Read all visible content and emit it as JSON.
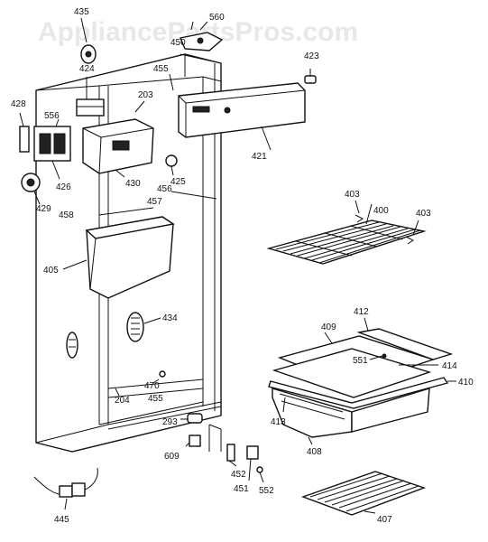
{
  "watermark": "AppliancePartsPros.com",
  "labels": {
    "l435": "435",
    "l560": "560",
    "l450": "450",
    "l423": "423",
    "l424": "424",
    "l455a": "455",
    "l428": "428",
    "l556": "556",
    "l203": "203",
    "l421": "421",
    "l426": "426",
    "l430": "430",
    "l425": "425",
    "l429": "429",
    "l457": "457",
    "l456": "456",
    "l458": "458",
    "l403a": "403",
    "l400": "400",
    "l403b": "403",
    "l405": "405",
    "l434": "434",
    "l412": "412",
    "l409": "409",
    "l551": "551",
    "l414": "414",
    "l410": "410",
    "l470": "470",
    "l204": "204",
    "l455b": "455",
    "l293": "293",
    "l413": "413",
    "l408": "408",
    "l609": "609",
    "l452": "452",
    "l451": "451",
    "l552": "552",
    "l445": "445",
    "l407": "407"
  }
}
